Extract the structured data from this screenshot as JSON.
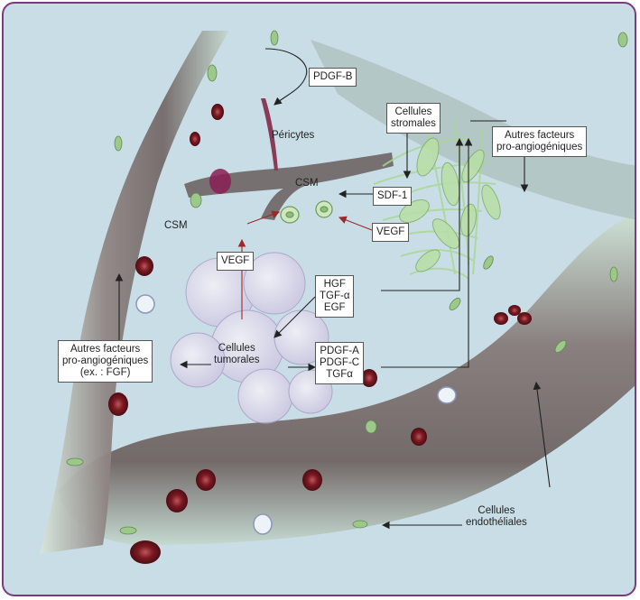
{
  "labels": {
    "pdgfb": "PDGF-B",
    "pericytes": "Péricytes",
    "csm_top": "CSM",
    "csm_left": "CSM",
    "cellules_stromales": [
      "Cellules",
      "stromales"
    ],
    "autres_facteurs_right": [
      "Autres facteurs",
      "pro-angiogéniques"
    ],
    "sdf1": "SDF-1",
    "vegf_right": "VEGF",
    "vegf_left": "VEGF",
    "hgf_group": [
      "HGF",
      "TGF-α",
      "EGF"
    ],
    "cellules_tumorales": [
      "Cellules",
      "tumorales"
    ],
    "pdgf_group": [
      "PDGF-A",
      "PDGF-C",
      "TGFα"
    ],
    "autres_facteurs_left": [
      "Autres facteurs",
      "pro-angiogéniques",
      "(ex. : FGF)"
    ],
    "cellules_endotheliales": [
      "Cellules",
      "endothéliales"
    ]
  },
  "colors": {
    "frame": "#7a3b7f",
    "background": "#c9dde6",
    "vessel": "#7d7372",
    "vessel_light": "#a9a3a1",
    "red_cell": "#7a1a22",
    "green_cell": "#9cc98a",
    "stroma": "#b9dfa6",
    "tumor": "#e4dff0",
    "arrow": "#222222",
    "red_arrow": "#9a2a2a"
  }
}
